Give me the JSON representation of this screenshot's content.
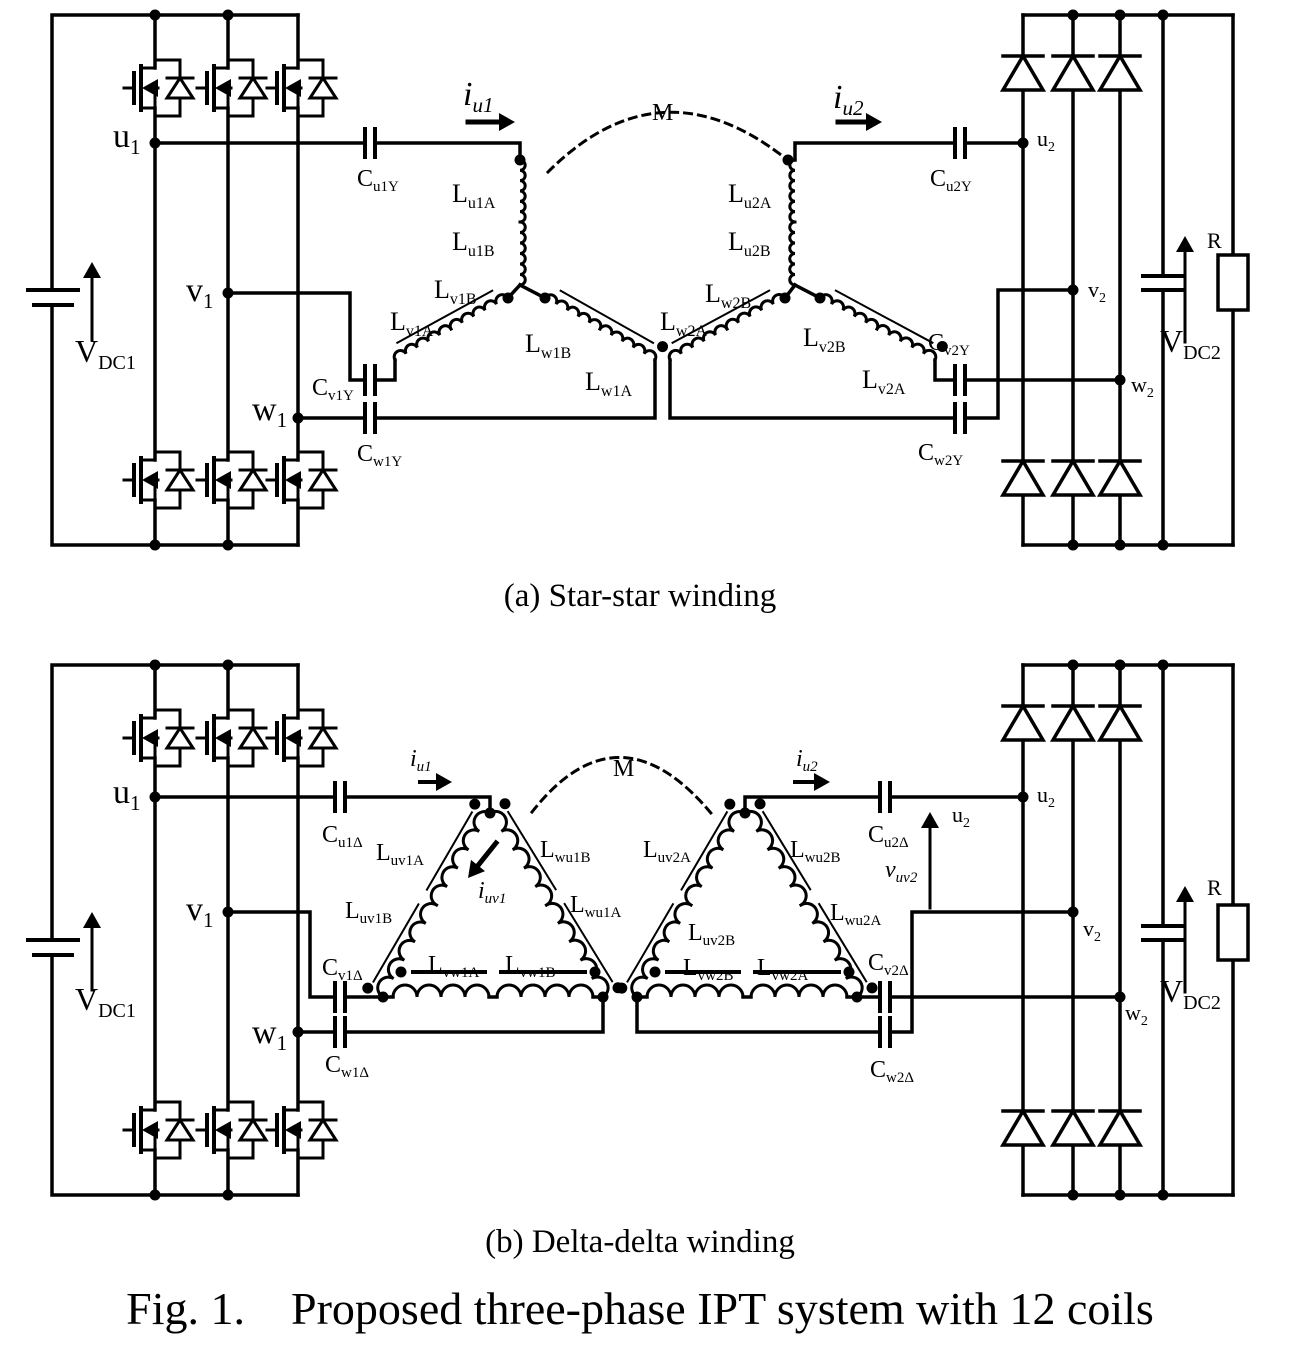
{
  "colors": {
    "ink": "#000000",
    "background": "#ffffff"
  },
  "panel_a": {
    "caption": "(a) Star-star winding",
    "labels": {
      "u1": {
        "b": "u",
        "s": "1"
      },
      "v1": {
        "b": "v",
        "s": "1"
      },
      "w1": {
        "b": "w",
        "s": "1"
      },
      "vdc1": {
        "b": "V",
        "s": "DC1"
      },
      "cu1y": {
        "b": "C",
        "s": "u1Y"
      },
      "cv1y": {
        "b": "C",
        "s": "v1Y"
      },
      "cw1y": {
        "b": "C",
        "s": "w1Y"
      },
      "iu1": {
        "b": "i",
        "s": "u1"
      },
      "m": {
        "b": "M",
        "s": ""
      },
      "iu2": {
        "b": "i",
        "s": "u2"
      },
      "lu1a": {
        "b": "L",
        "s": "u1A"
      },
      "lu1b": {
        "b": "L",
        "s": "u1B"
      },
      "lv1a": {
        "b": "L",
        "s": "v1A"
      },
      "lv1b": {
        "b": "L",
        "s": "v1B"
      },
      "lw1a": {
        "b": "L",
        "s": "w1A"
      },
      "lw1b": {
        "b": "L",
        "s": "w1B"
      },
      "lu2a": {
        "b": "L",
        "s": "u2A"
      },
      "lu2b": {
        "b": "L",
        "s": "u2B"
      },
      "lw2a": {
        "b": "L",
        "s": "w2A"
      },
      "lw2b": {
        "b": "L",
        "s": "w2B"
      },
      "lv2a": {
        "b": "L",
        "s": "v2A"
      },
      "lv2b": {
        "b": "L",
        "s": "v2B"
      },
      "cu2y": {
        "b": "C",
        "s": "u2Y"
      },
      "cv2y": {
        "b": "C",
        "s": "v2Y"
      },
      "cw2y": {
        "b": "C",
        "s": "w2Y"
      },
      "u2": {
        "b": "u",
        "s": "2"
      },
      "v2": {
        "b": "v",
        "s": "2"
      },
      "w2": {
        "b": "w",
        "s": "2"
      },
      "r": {
        "b": "R",
        "s": ""
      },
      "vdc2": {
        "b": "V",
        "s": "DC2"
      }
    }
  },
  "panel_b": {
    "caption": "(b) Delta-delta winding",
    "labels": {
      "u1": {
        "b": "u",
        "s": "1"
      },
      "v1": {
        "b": "v",
        "s": "1"
      },
      "w1": {
        "b": "w",
        "s": "1"
      },
      "vdc1": {
        "b": "V",
        "s": "DC1"
      },
      "cu1d": {
        "b": "C",
        "s": "u1Δ"
      },
      "cv1d": {
        "b": "C",
        "s": "v1Δ"
      },
      "cw1d": {
        "b": "C",
        "s": "w1Δ"
      },
      "iu1": {
        "b": "i",
        "s": "u1"
      },
      "m": {
        "b": "M",
        "s": ""
      },
      "iu2": {
        "b": "i",
        "s": "u2"
      },
      "luv1a": {
        "b": "L",
        "s": "uv1A"
      },
      "luv1b": {
        "b": "L",
        "s": "uv1B"
      },
      "lwu1a": {
        "b": "L",
        "s": "wu1A"
      },
      "lwu1b": {
        "b": "L",
        "s": "wu1B"
      },
      "lvw1a": {
        "b": "L",
        "s": "vw1A"
      },
      "lvw1b": {
        "b": "L",
        "s": "vw1B"
      },
      "iuv1": {
        "b": "i",
        "s": "uv1"
      },
      "luv2a": {
        "b": "L",
        "s": "uv2A"
      },
      "luv2b": {
        "b": "L",
        "s": "uv2B"
      },
      "lwu2a": {
        "b": "L",
        "s": "wu2A"
      },
      "lwu2b": {
        "b": "L",
        "s": "wu2B"
      },
      "lvw2a": {
        "b": "L",
        "s": "vw2A"
      },
      "lvw2b": {
        "b": "L",
        "s": "vw2B"
      },
      "cu2d": {
        "b": "C",
        "s": "u2Δ"
      },
      "cv2d": {
        "b": "C",
        "s": "v2Δ"
      },
      "cw2d": {
        "b": "C",
        "s": "w2Δ"
      },
      "u2": {
        "b": "u",
        "s": "2"
      },
      "u2b": {
        "b": "u",
        "s": "2"
      },
      "vuv2": {
        "b": "v",
        "s": "uv2"
      },
      "v2": {
        "b": "v",
        "s": "2"
      },
      "w2": {
        "b": "w",
        "s": "2"
      },
      "r": {
        "b": "R",
        "s": ""
      },
      "vdc2": {
        "b": "V",
        "s": "DC2"
      }
    }
  },
  "figure_caption": "Fig. 1.    Proposed three-phase IPT system with 12 coils"
}
